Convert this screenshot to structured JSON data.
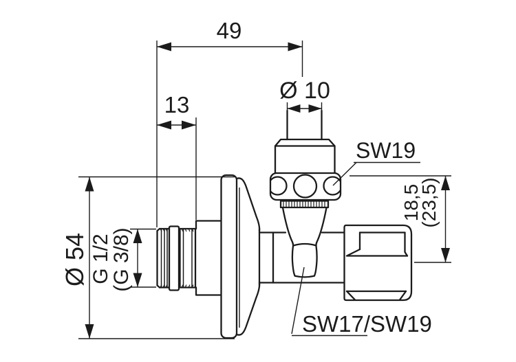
{
  "canvas": {
    "background": "#ffffff",
    "line_color": "#1b1b1b"
  },
  "dimensions": {
    "overall_width": "49",
    "thread_length": "13",
    "pipe_diameter": "Ø 10",
    "rosette_diameter": "Ø 54",
    "inlet_thread": "G 1/2",
    "inlet_thread_alt": "(G 3/8)",
    "outlet_offset": "18,5",
    "outlet_offset_alt": "(23,5)"
  },
  "labels": {
    "bonnet_wrench": "SW19",
    "body_wrench": "SW17/SW19"
  }
}
